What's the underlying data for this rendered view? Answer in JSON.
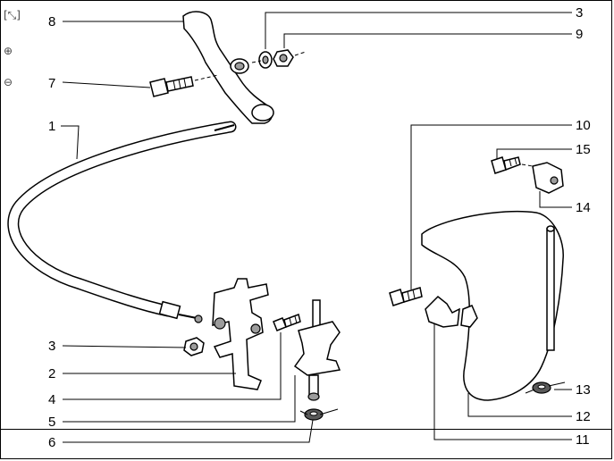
{
  "toolbar": {
    "fit_icon": "[⤡]",
    "zoom_in_icon": "⊕",
    "zoom_out_icon": "⊖"
  },
  "callouts": {
    "c1": "1",
    "c2": "2",
    "c3a": "3",
    "c3b": "3",
    "c4": "4",
    "c5": "5",
    "c6": "6",
    "c7": "7",
    "c8": "8",
    "c9": "9",
    "c10": "10",
    "c11": "11",
    "c12": "12",
    "c13": "13",
    "c14": "14",
    "c15": "15"
  }
}
